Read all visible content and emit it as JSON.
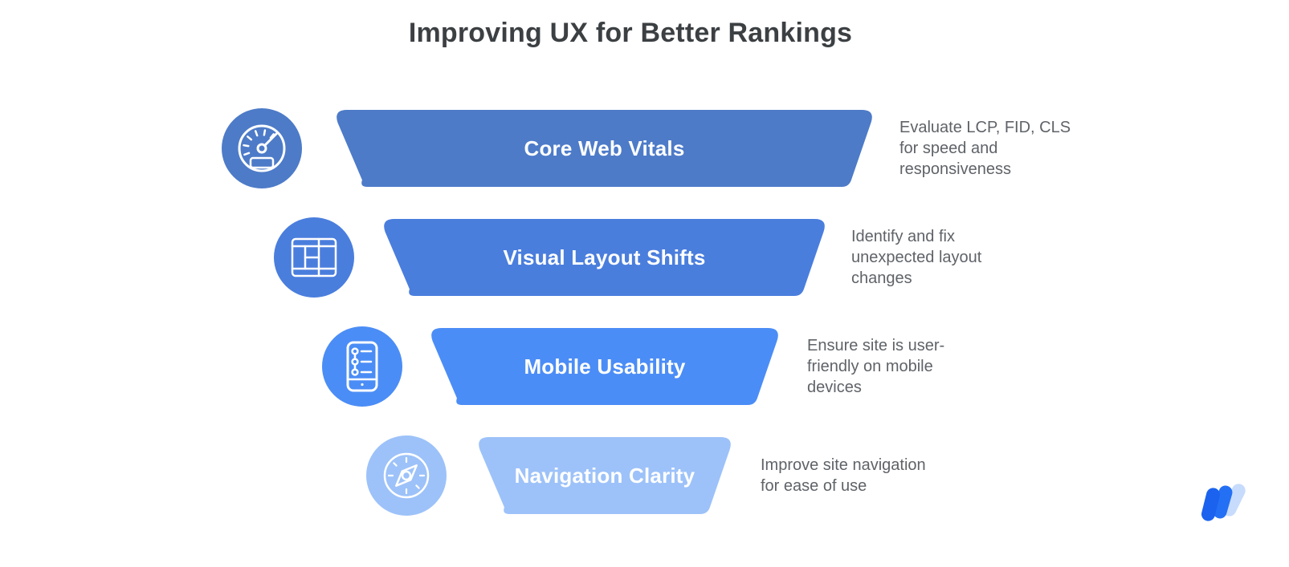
{
  "title": "Improving UX for Better Rankings",
  "palette": {
    "background": "#FFFFFF",
    "title_text": "#3C4043",
    "description_text": "#5F6368",
    "bar_label_text": "#FFFFFF"
  },
  "funnel": {
    "rows": [
      {
        "label": "Core Web Vitals",
        "icon": "speedometer-icon",
        "color": "#4D7BC8",
        "description_lines": [
          "Evaluate LCP, FID, CLS",
          "for speed and",
          "responsiveness"
        ]
      },
      {
        "label": "Visual Layout Shifts",
        "icon": "layout-grid-icon",
        "color": "#4A7EDD",
        "description_lines": [
          "Identify and fix",
          "unexpected layout",
          "changes"
        ]
      },
      {
        "label": "Mobile Usability",
        "icon": "mobile-checklist-icon",
        "color": "#4B8DF6",
        "description_lines": [
          "Ensure site is user-",
          "friendly on mobile",
          "devices"
        ]
      },
      {
        "label": "Navigation Clarity",
        "icon": "compass-icon",
        "color": "#9DC2F9",
        "description_lines": [
          "Improve site navigation",
          "for ease of use"
        ]
      }
    ]
  },
  "logo": {
    "name": "writesonic-logo",
    "stroke_colors": [
      "#1B63EE",
      "#2470F4",
      "#C7DBFC"
    ]
  }
}
